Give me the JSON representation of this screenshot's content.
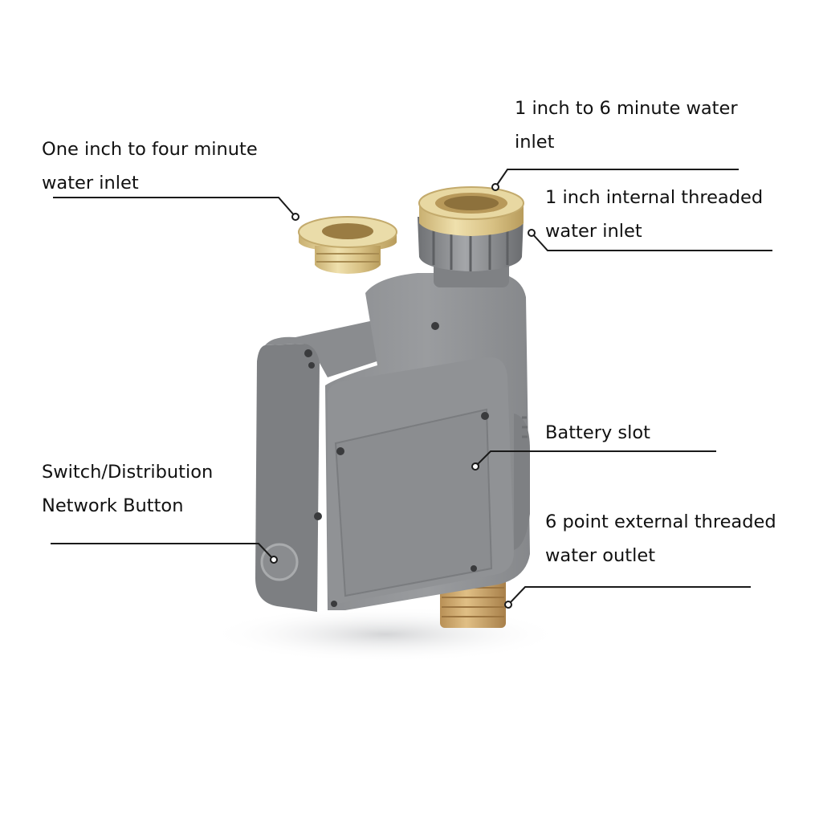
{
  "labels": {
    "four_minute_inlet": {
      "line1": "One inch to four minute",
      "line2": "water inlet"
    },
    "six_minute_inlet": {
      "line1": "1 inch to 6 minute water",
      "line2": "inlet"
    },
    "internal_threaded_inlet": {
      "line1": "1 inch internal threaded",
      "line2": "water inlet"
    },
    "battery_slot": {
      "line1": "Battery slot"
    },
    "switch_button": {
      "line1": "Switch/Distribution",
      "line2": "Network Button"
    },
    "external_threaded_outlet": {
      "line1": "6 point external threaded",
      "line2": "water outlet"
    }
  },
  "colors": {
    "body_gray": "#8f9194",
    "brass": "#d9c48a",
    "leader_line": "#1a1a1a"
  }
}
